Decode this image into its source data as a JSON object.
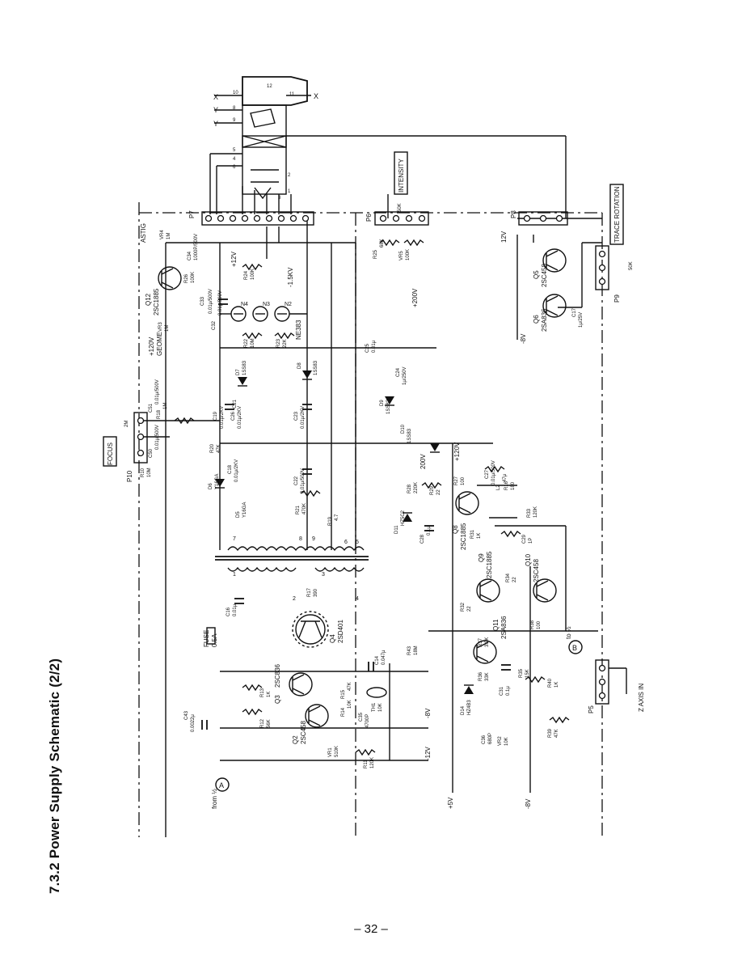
{
  "page": {
    "title": "7.3.2 Power Supply Schematic (2/2)",
    "page_number": "– 32 –"
  },
  "connectors": {
    "p5": "P5",
    "p6": "P6",
    "p7": "P7",
    "p8": "P8",
    "p9": "P9",
    "p10": "P10"
  },
  "boxed_labels": {
    "focus": "FOCUS",
    "intensity": "INTENSITY",
    "trace_rotation": "TRACE ROTATION"
  },
  "signals": {
    "from_half": "from ½",
    "marker_a": "A",
    "marker_b": "B",
    "to_half": "to ½",
    "z_axis_in": "Z AXIS IN",
    "astig": "ASTIG",
    "geome": "GEOME",
    "ne383": "NE383",
    "x": "X",
    "y": "Y",
    "y_bar": "Y",
    "x_bar": "X"
  },
  "rails": {
    "plus5v": "+5V",
    "minus8v_a": "-8V",
    "minus8v_b": "-8V",
    "minus8v_c": "-8V",
    "minus12v": "-12V",
    "plus12v_a": "+12V",
    "plus12v_b": "12V",
    "plus120v_a": "+120V",
    "plus120v_b": "+120V",
    "plus200v_a": "+200V",
    "plus200v_b": "200V",
    "minus1_5kv": "-1.5KV"
  },
  "transistors": [
    {
      "ref": "Q2",
      "part": "2SC458"
    },
    {
      "ref": "Q3",
      "part": "2SC836"
    },
    {
      "ref": "Q4",
      "part": "2SD401"
    },
    {
      "ref": "Q5",
      "part": "2SC458"
    },
    {
      "ref": "Q6",
      "part": "2SA836"
    },
    {
      "ref": "Q8",
      "part": "2SC1885"
    },
    {
      "ref": "Q9",
      "part": "2SC1885"
    },
    {
      "ref": "Q10",
      "part": "2SC458"
    },
    {
      "ref": "Q11",
      "part": "2SA836"
    },
    {
      "ref": "Q12",
      "part": "2SC1885"
    }
  ],
  "components": {
    "fuse": {
      "ref": "FUSE",
      "value": "0.5A"
    },
    "c43": {
      "ref": "C43",
      "value": "0.0022μ"
    },
    "c16": {
      "ref": "C16",
      "value": "0.01μ"
    },
    "c14": {
      "ref": "C14",
      "value": "0.047μ"
    },
    "c35": {
      "ref": "C35",
      "value": "4700P"
    },
    "c36": {
      "ref": "C36",
      "value": "680P"
    },
    "c31": {
      "ref": "C31",
      "value": "0.1μ"
    },
    "c28": {
      "ref": "C28",
      "value": "0.1μ"
    },
    "c29": {
      "ref": "C29",
      "value": "1P"
    },
    "c25": {
      "ref": "C25",
      "value": "0.01μ"
    },
    "c24": {
      "ref": "C24",
      "value": "1μ/250V"
    },
    "c23": {
      "ref": "C23",
      "value": "0.01μ/2KV"
    },
    "c22": {
      "ref": "C22",
      "value": "0.01μ/500V"
    },
    "c18": {
      "ref": "C18",
      "value": "0.01μ/2KV"
    },
    "c19": {
      "ref": "C19",
      "value": "0.01μ/2KV"
    },
    "c21": {
      "ref": "C21",
      "value": "C21"
    },
    "c32": {
      "ref": "C32",
      "value": "0.01μ/500V"
    },
    "c33": {
      "ref": "C33",
      "value": "0.01μ/500V"
    },
    "c34": {
      "ref": "C34",
      "value": "1000P/500V"
    },
    "c17": {
      "ref": "C17",
      "value": "1μ/25V"
    },
    "c27": {
      "ref": "C27",
      "value": "0.01μ/500V"
    },
    "c51": {
      "ref": "C51",
      "value": "0.01μ/500V"
    },
    "c50": {
      "ref": "C50",
      "value": "0.01μ/500V"
    },
    "c26": {
      "ref": "C26",
      "value": "0.01μ/2KV"
    },
    "r11": {
      "ref": "R11",
      "value": "120K"
    },
    "r12": {
      "ref": "R12",
      "value": "56K"
    },
    "r13": {
      "ref": "R13",
      "value": "1K"
    },
    "r14": {
      "ref": "R14",
      "value": "10K"
    },
    "r15": {
      "ref": "R15",
      "value": "47K"
    },
    "r17": {
      "ref": "R17",
      "value": "390"
    },
    "r10": {
      "ref": "R10",
      "value": "10M"
    },
    "r19": {
      "ref": "R19",
      "value": "4.7"
    },
    "r21": {
      "ref": "R21",
      "value": "470K"
    },
    "r22": {
      "ref": "R22",
      "value": "10M"
    },
    "r23": {
      "ref": "R23",
      "value": "22K"
    },
    "r24": {
      "ref": "R24",
      "value": "100K"
    },
    "r25": {
      "ref": "R25",
      "value": "68K"
    },
    "r26": {
      "ref": "R26",
      "value": "100K"
    },
    "r27": {
      "ref": "R27",
      "value": "100"
    },
    "r28": {
      "ref": "R28",
      "value": "220K"
    },
    "r29": {
      "ref": "R29",
      "value": "22"
    },
    "r31": {
      "ref": "R31",
      "value": "1K"
    },
    "r32": {
      "ref": "R32",
      "value": "22"
    },
    "r33": {
      "ref": "R33",
      "value": "120K"
    },
    "r34": {
      "ref": "R34",
      "value": "22"
    },
    "r35": {
      "ref": "R35",
      "value": "15K"
    },
    "r36": {
      "ref": "R36",
      "value": "33K"
    },
    "r37": {
      "ref": "R37",
      "value": "3.9K"
    },
    "r38": {
      "ref": "R38",
      "value": "100"
    },
    "r39": {
      "ref": "R39",
      "value": "47K"
    },
    "r40": {
      "ref": "R40",
      "value": "1K"
    },
    "r43": {
      "ref": "R43",
      "value": "18M"
    },
    "r18": {
      "ref": "R18",
      "value": "1M"
    },
    "r20": {
      "ref": "R20",
      "value": "47K"
    },
    "l2": {
      "ref": "L2",
      "value": "47μ"
    },
    "r30": {
      "ref": "R30",
      "value": "1M"
    },
    "r16": {
      "ref": "R16",
      "value": "180"
    },
    "vr1": {
      "ref": "VR1",
      "value": "510K"
    },
    "vr2": {
      "ref": "VR2",
      "value": "10K"
    },
    "vr3": {
      "ref": "VR3",
      "value": "1M"
    },
    "vr4": {
      "ref": "VR4",
      "value": "1M"
    },
    "vr5": {
      "ref": "VR5",
      "value": "100K"
    },
    "vr_int": {
      "ref": "",
      "value": "50K"
    },
    "vr_trace": {
      "ref": "",
      "value": "50K"
    },
    "vr_focus": {
      "ref": "",
      "value": "2M"
    },
    "th1": {
      "ref": "TH1",
      "value": "10K"
    },
    "d6": {
      "ref": "D6",
      "value": "Y16GA"
    },
    "d5": {
      "ref": "D5",
      "value": "Y16GA"
    },
    "d7": {
      "ref": "D7",
      "value": "1SS83"
    },
    "d8": {
      "ref": "D8",
      "value": "1SS83"
    },
    "d9": {
      "ref": "D9",
      "value": "1SS83"
    },
    "d10": {
      "ref": "D10",
      "value": "1SS83"
    },
    "d11": {
      "ref": "D11",
      "value": "HZ5C2"
    },
    "d14": {
      "ref": "D14",
      "value": "HZ4B3"
    },
    "n2": {
      "ref": "N2",
      "value": ""
    },
    "n3": {
      "ref": "N3",
      "value": ""
    },
    "n4": {
      "ref": "N4",
      "value": ""
    }
  },
  "transformer_pins": [
    "1",
    "2",
    "3",
    "4",
    "5",
    "6",
    "7",
    "8",
    "9"
  ],
  "crt_pins": [
    "12",
    "11",
    "10",
    "9",
    "8",
    "7",
    "6",
    "5",
    "4",
    "3",
    "2",
    "1"
  ]
}
